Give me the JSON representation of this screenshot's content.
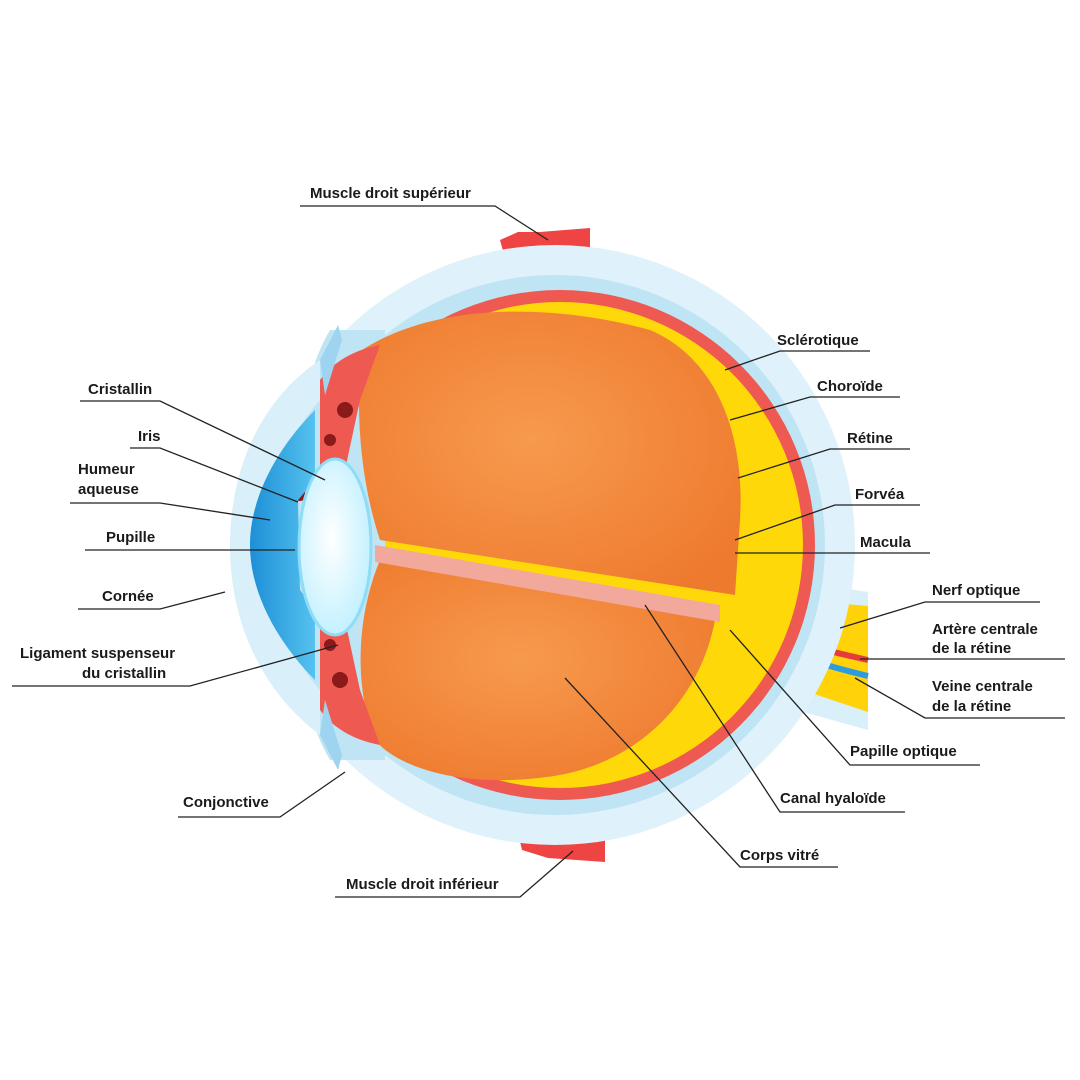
{
  "colors": {
    "sclera_light": "#dff1fa",
    "sclera_mid": "#bfe4f4",
    "choroid": "#ee5a52",
    "retina": "#ffd80a",
    "vitreous": "#ee7a2e",
    "vitreous_light": "#f79a4e",
    "cornea": "#2aa6e6",
    "lens": "#bff0ff",
    "muscle": "#ef4444",
    "optic_nerve": "#ffd20a",
    "artery": "#e63b3b",
    "vein": "#2d9be0",
    "leader": "#222222"
  },
  "labels": {
    "muscle_superior": "Muscle droit  supérieur",
    "sclera": "Sclérotique",
    "choroid": "Choroïde",
    "retina": "Rétine",
    "fovea": "Forvéa",
    "macula": "Macula",
    "optic_nerve": "Nerf optique",
    "central_artery_l1": "Artère centrale",
    "central_artery_l2": "de la rétine",
    "central_vein_l1": "Veine centrale",
    "central_vein_l2": "de la rétine",
    "optic_disc": "Papille optique",
    "hyaloid_canal": "Canal hyaloïde",
    "vitreous_body": "Corps vitré",
    "muscle_inferior": "Muscle droit inférieur",
    "conjunctiva": "Conjonctive",
    "suspensory_ligament_l1": "Ligament suspenseur",
    "suspensory_ligament_l2": "du cristallin",
    "cornea": "Cornée",
    "pupil": "Pupille",
    "aqueous_humor_l1": "Humeur",
    "aqueous_humor_l2": "aqueuse",
    "iris": "Iris",
    "lens": "Cristallin"
  }
}
